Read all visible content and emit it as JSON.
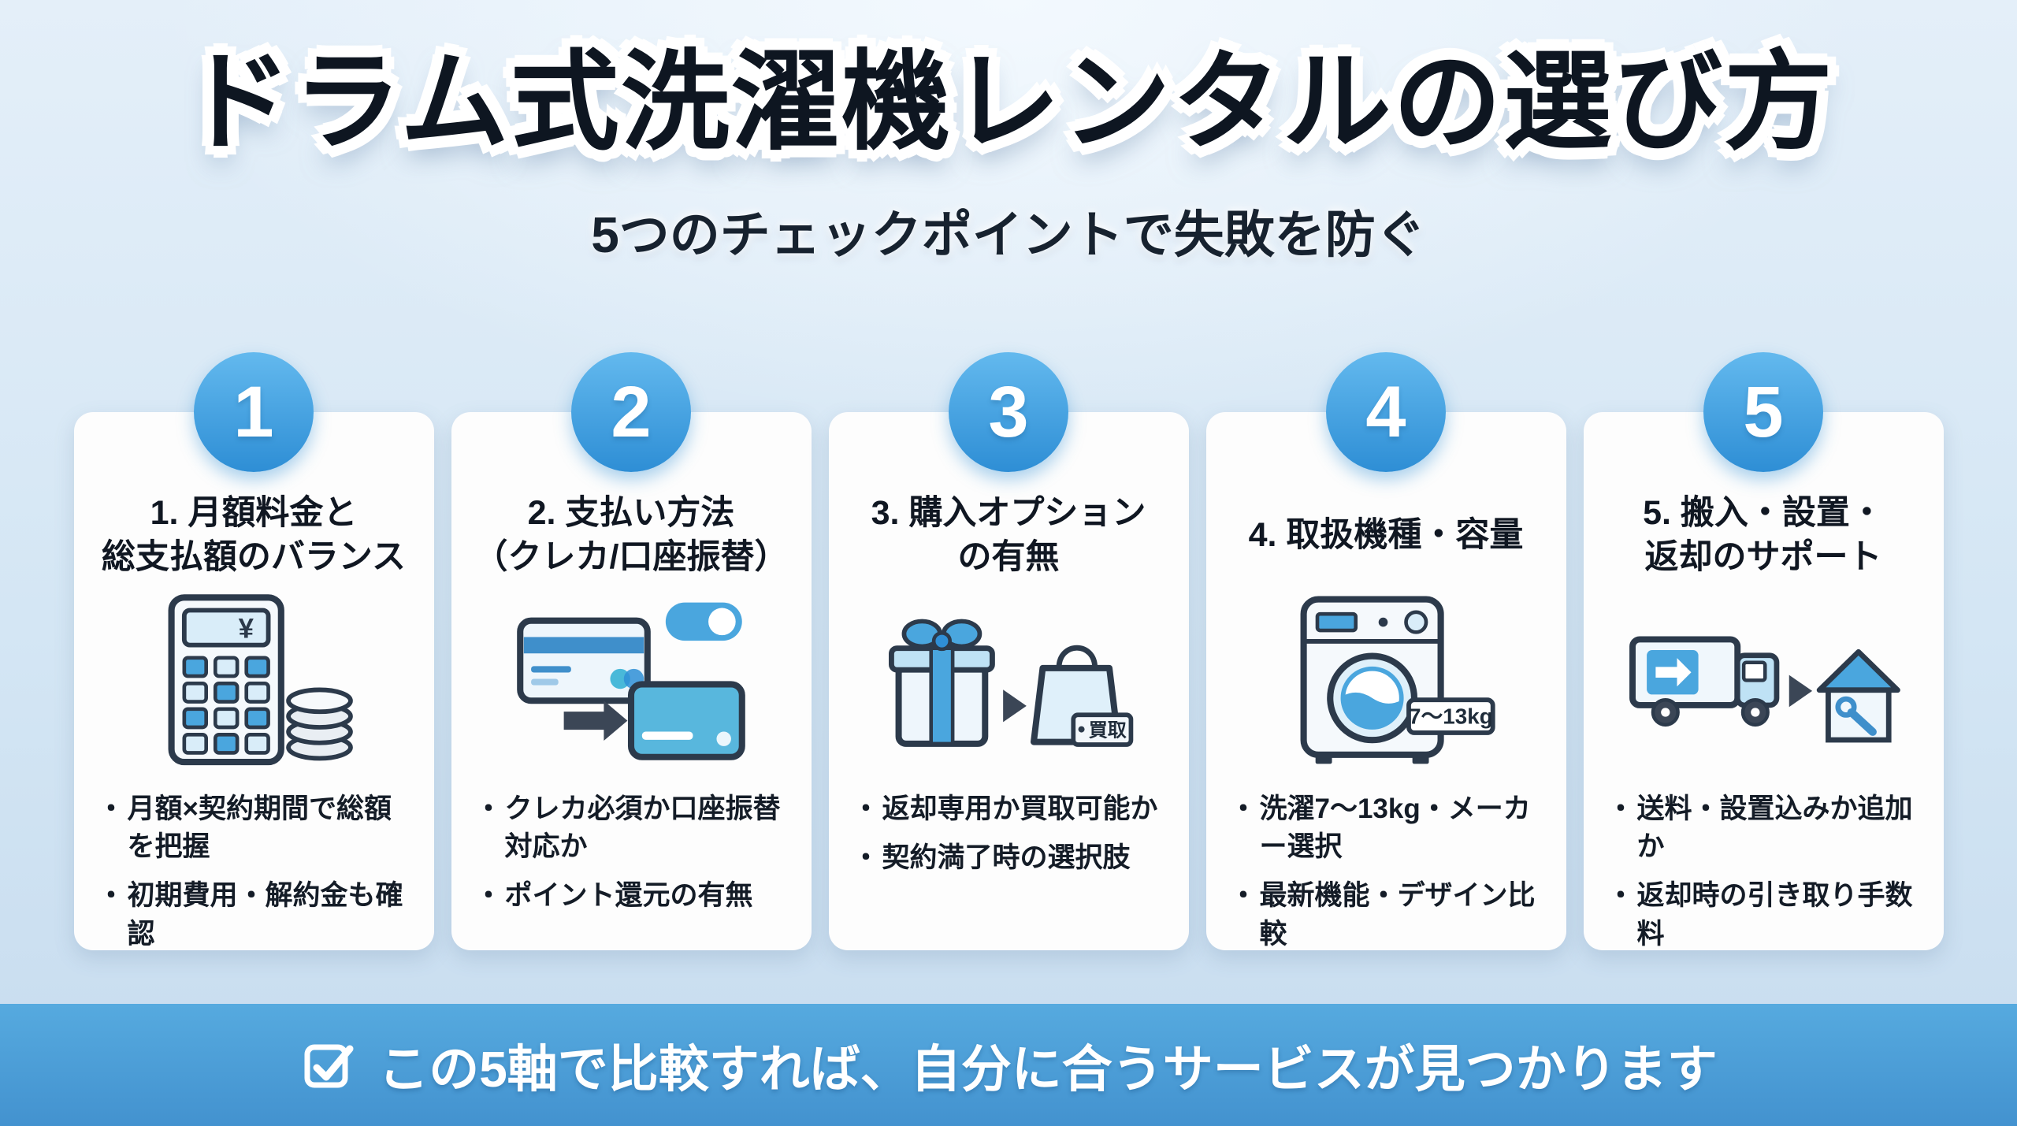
{
  "header": {
    "title": "ドラム式洗濯機レンタルの選び方",
    "subtitle": "5つのチェックポイントで失敗を防ぐ"
  },
  "bullet_marker": "・",
  "cards": [
    {
      "number": "1",
      "title_line1": "1. 月額料金と",
      "title_line2": "総支払額のバランス",
      "icon": "calculator-and-coins",
      "icon_label": "¥",
      "bullets": [
        "月額×契約期間で総額を把握",
        "初期費用・解約金も確認"
      ]
    },
    {
      "number": "2",
      "title_line1": "2. 支払い方法",
      "title_line2": "（クレカ/口座振替）",
      "icon": "credit-cards-and-toggle",
      "bullets": [
        "クレカ必須か口座振替対応か",
        "ポイント還元の有無"
      ]
    },
    {
      "number": "3",
      "title_line1": "3. 購入オプション",
      "title_line2": "の有無",
      "icon": "gift-to-purchase-bag",
      "icon_label": "買取",
      "bullets": [
        "返却専用か買取可能か",
        "契約満了時の選択肢"
      ]
    },
    {
      "number": "4",
      "title_line1": "4. 取扱機種・容量",
      "title_line2": "",
      "icon": "washing-machine",
      "icon_label": "7〜13kg",
      "bullets": [
        "洗濯7〜13kg・メーカー選択",
        "最新機能・デザイン比較"
      ]
    },
    {
      "number": "5",
      "title_line1": "5. 搬入・設置・",
      "title_line2": "返却のサポート",
      "icon": "delivery-truck-to-house",
      "bullets": [
        "送料・設置込みか追加か",
        "返却時の引き取り手数料"
      ]
    }
  ],
  "footer": {
    "text": "この5軸で比較すれば、自分に合うサービスが見つかります"
  },
  "colors": {
    "accent_blue": "#4aa6de",
    "badge_blue_top": "#63b9ee",
    "badge_blue_bottom": "#2e8ed5",
    "banner_blue": "#4a9ed9",
    "background_top": "#e4eff9",
    "background_bottom": "#c7dcef",
    "card_background": "#fdfdfd",
    "outline_dark": "#2c3a4b",
    "text_dark": "#101722"
  }
}
